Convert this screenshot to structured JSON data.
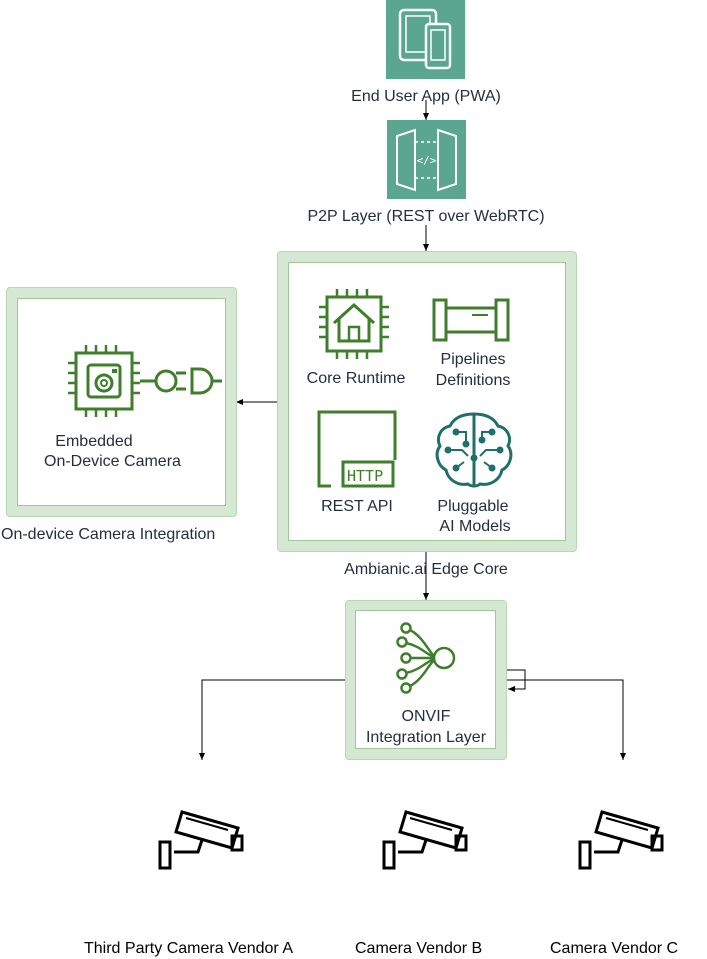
{
  "nodes": {
    "end_user_app": "End User App (PWA)",
    "p2p_layer": "P2P Layer (REST over WebRTC)",
    "edge_core": "Ambianic.ai Edge Core",
    "core_runtime": "Core Runtime",
    "pipelines_line1": "Pipelines",
    "pipelines_line2": "Definitions",
    "rest_api": "REST API",
    "ai_models_line1": "Pluggable",
    "ai_models_line2": "AI Models",
    "http_tag": "HTTP",
    "on_device_integration": "On-device Camera Integration",
    "embedded_line1": "Embedded",
    "embedded_line2": "On-Device Camera",
    "onvif_line1": "ONVIF",
    "onvif_line2": "Integration Layer",
    "vendor_a": "Third Party Camera Vendor A",
    "vendor_b": "Camera Vendor B",
    "vendor_c": "Camera Vendor C"
  },
  "colors": {
    "teal_icon": "#5ba68f",
    "green_icon": "#3f7e2b",
    "container_fill": "#d5e8d4",
    "text": "#232f3e"
  }
}
